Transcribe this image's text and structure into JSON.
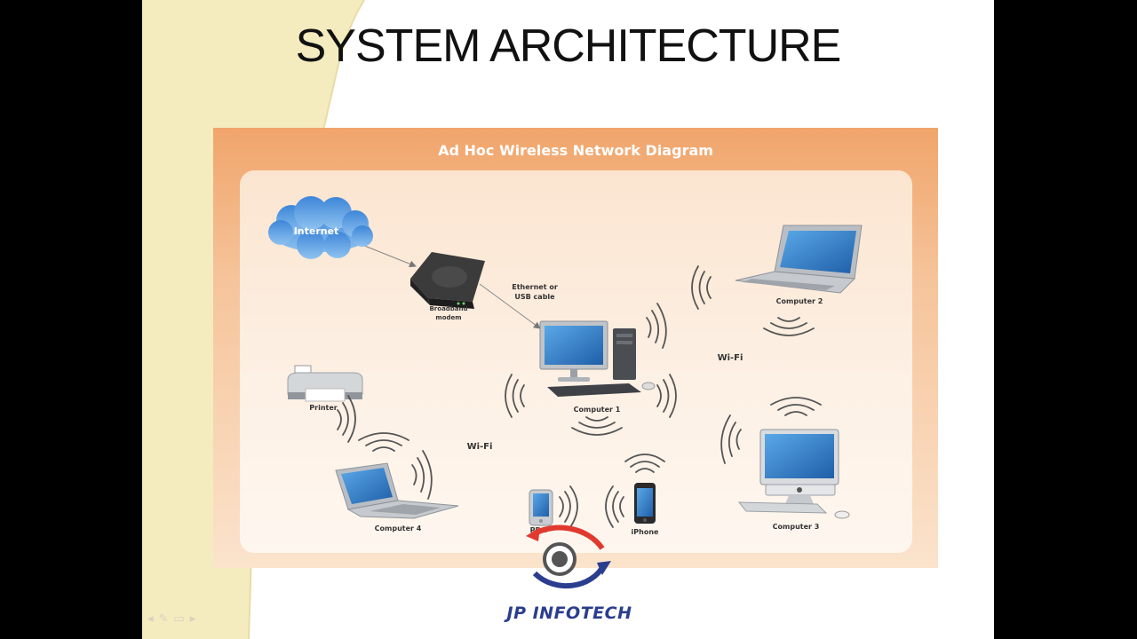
{
  "slide": {
    "title": "SYSTEM ARCHITECTURE",
    "nav_icons": [
      "prev-arrow-icon",
      "pen-icon",
      "menu-icon",
      "next-arrow-icon"
    ]
  },
  "diagram": {
    "title": "Ad Hoc  Wireless Network Diagram",
    "nodes": {
      "internet": "Internet",
      "modem": [
        "Broadband",
        "modem"
      ],
      "cable": [
        "Ethernet or",
        "USB cable"
      ],
      "computer1": "Computer 1",
      "computer2": "Computer 2",
      "computer3": "Computer 3",
      "computer4": "Computer 4",
      "printer": "Printer",
      "pda": "PDA",
      "iphone": "iPhone",
      "wifi_right": "Wi-Fi",
      "wifi_left": "Wi-Fi"
    }
  },
  "logo": {
    "text": "JP INFOTECH",
    "colors": {
      "red": "#e03a2f",
      "blue": "#2a3d8f",
      "gray": "#555555"
    }
  },
  "colors": {
    "diagram_frame": "#f0a56b",
    "panel": "#fdf1e6",
    "cloud": "#4a90d9",
    "wave": "#555555",
    "screen": "#3f8fd6"
  }
}
